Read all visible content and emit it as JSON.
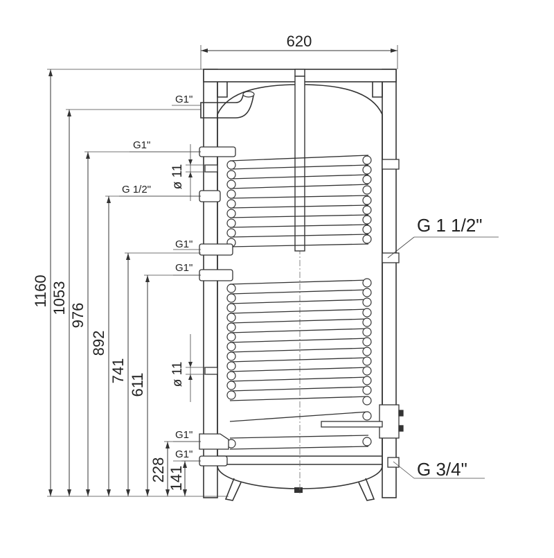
{
  "drawing": {
    "width_label": "620",
    "heights": [
      {
        "key": "h1160",
        "label": "1160"
      },
      {
        "key": "h1053",
        "label": "1053"
      },
      {
        "key": "h976",
        "label": "976"
      },
      {
        "key": "h892",
        "label": "892"
      },
      {
        "key": "h741",
        "label": "741"
      },
      {
        "key": "h611",
        "label": "611"
      },
      {
        "key": "h228",
        "label": "228"
      },
      {
        "key": "h141",
        "label": "141"
      }
    ],
    "connections": {
      "top_outlet": "G1\"",
      "upper_coil_in": "G1\"",
      "sensor_port": "G 1/2\"",
      "upper_coil_out": "G1\"",
      "lower_coil_in": "G1\"",
      "lower_coil_out": "G1\"",
      "cold_inlet": "G1\"",
      "side_port_large": "G 1 1/2\"",
      "side_port_small": "G 3/4\""
    },
    "sensor_diameters": {
      "upper": "ø 11",
      "lower": "ø 11"
    }
  }
}
